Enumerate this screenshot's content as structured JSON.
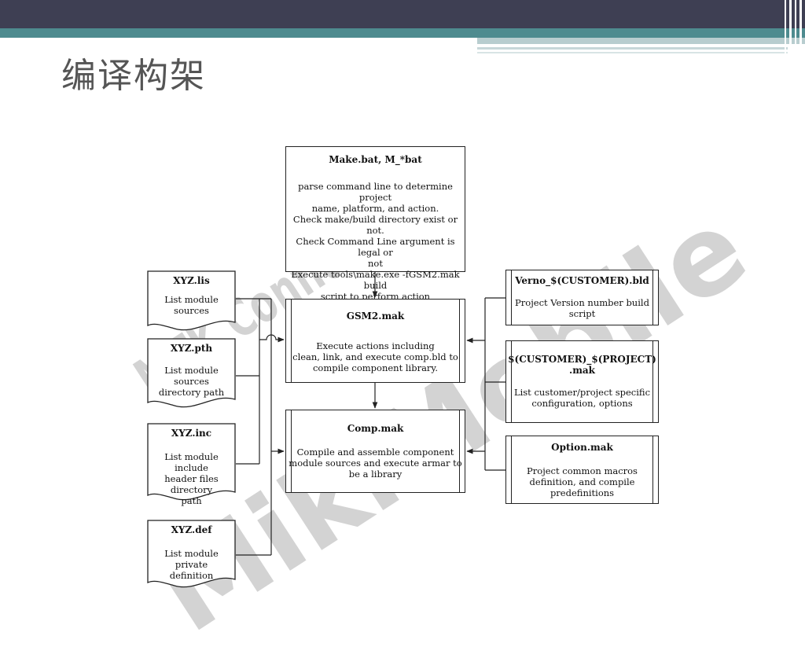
{
  "slide": {
    "title": "编译构架"
  },
  "watermark": {
    "line1": "MTK Confidential",
    "line2": "MikiMobile"
  },
  "nodes": {
    "make": {
      "title": "Make.bat, M_*bat",
      "lines": [
        "parse command line to determine project",
        "name, platform, and action.",
        "Check make/build directory exist or not.",
        "Check Command Line argument is legal or",
        "not",
        "Execute tools\\make.exe -fGSM2.mak build",
        "script to perform action"
      ]
    },
    "gsm2": {
      "title": "GSM2.mak",
      "lines": [
        "Execute actions including",
        "clean, link, and execute comp.bld to",
        "compile component    library."
      ]
    },
    "comp": {
      "title": "Comp.mak",
      "lines": [
        "Compile and assemble component",
        "module    sources and execute armar to",
        "be a library"
      ]
    },
    "lis": {
      "title": "XYZ.lis",
      "lines": [
        "List module sources"
      ]
    },
    "pth": {
      "title": "XYZ.pth",
      "lines": [
        "List module sources",
        "directory path"
      ]
    },
    "inc": {
      "title": "XYZ.inc",
      "lines": [
        "List module include",
        "header files directory",
        "path"
      ]
    },
    "def": {
      "title": "XYZ.def",
      "lines": [
        "List module private",
        "definition"
      ]
    },
    "verno": {
      "title": "Verno_$(CUSTOMER).bld",
      "lines": [
        "Project Version number build",
        "script"
      ]
    },
    "custproj": {
      "title": "$(CUSTOMER)_$(PROJECT)\n.mak",
      "lines": [
        "List customer/project specific",
        "configuration, options"
      ]
    },
    "option": {
      "title": "Option.mak",
      "lines": [
        "Project common macros",
        "definition, and compile",
        "predefinitions"
      ]
    }
  }
}
